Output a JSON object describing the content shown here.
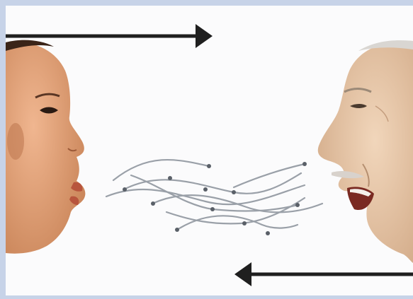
{
  "image": {
    "frame_color": "#c7d3e8",
    "background_color": "#fbfbfc",
    "child_skin_color": "#e2a077",
    "elder_skin_color": "#e8c7a8",
    "arrow_color": "#1f1f1f",
    "sound_wave_color": "#9aa0a8",
    "child_face_icon": "child-profile-facing-right",
    "elder_face_icon": "elder-profile-facing-left",
    "top_arrow_icon": "arrow-right",
    "bottom_arrow_icon": "arrow-left",
    "sound_waves_icon": "sound-waves"
  }
}
